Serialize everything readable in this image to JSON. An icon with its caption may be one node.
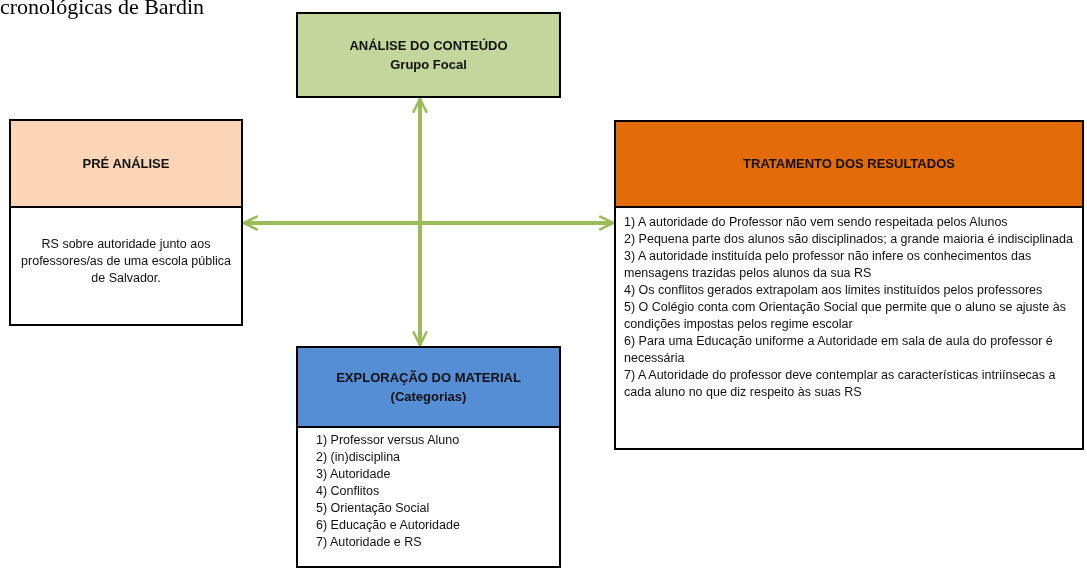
{
  "diagram": {
    "nodes": [
      {
        "text": [
          "ANÁLISE DO CONTEÚDO",
          "Grupo Focal"
        ]
      },
      {
        "text": [
          "PRÉ ANÁLISE",
          "RS sobre autoridade junto aos professores/as de uma escola pública de Salvador."
        ]
      },
      {
        "text": [
          "TRATAMENTO DOS RESULTADOS",
          "1) A autoridade do Professor não vem sendo respeitada pelos Alunos",
          "2) Pequena parte dos alunos são disciplinados; a grande maioria é indisciplinada",
          "3) A autoridade instituída pelo professor não infere os conhecimentos das mensagens trazidas pelos alunos da sua RS",
          "4) Os conflitos gerados extrapolam aos limites instituídos pelos professores",
          "5) O Colégio conta com Orientação Social que permite que o aluno se ajuste às condições impostas pelos regime escolar",
          "6) Para uma Educação uniforme a Autoridade  em sala de aula do professor é necessária",
          "7) A Autoridade do professor deve contemplar as características intriínsecas a cada aluno no que diz respeito às suas RS"
        ]
      },
      {
        "text": [
          "EXPLORAÇÃO DO MATERIAL (Categorias)",
          "1) Professor versus Aluno",
          "2) (in)disciplina",
          "3) Autoridade",
          "4) Conflitos",
          "5) Orientação Social",
          "6) Educação e Autoridade",
          "7) Autoridade e RS"
        ]
      }
    ],
    "edges": [
      {
        "from": 1,
        "to": 2,
        "arrow": "both"
      },
      {
        "from": 0,
        "to": 3,
        "arrow": "both"
      }
    ],
    "labels": [
      "cronológicas de Bardin"
    ]
  }
}
